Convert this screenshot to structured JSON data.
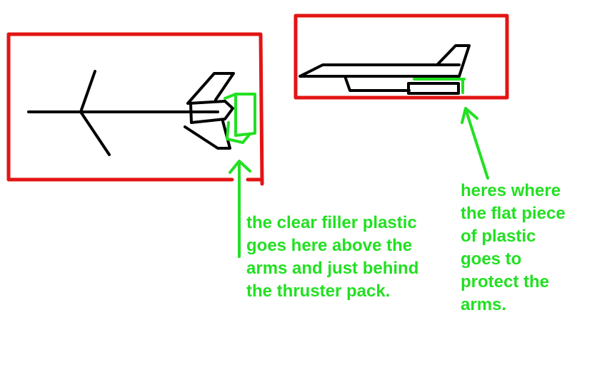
{
  "notes": {
    "filler": {
      "lines": [
        "the clear filler plastic",
        "goes here above the",
        "arms and just behind",
        "the thruster pack."
      ]
    },
    "flat_piece": {
      "lines": [
        "heres where",
        "the flat piece",
        "of plastic",
        "goes to",
        "protect the",
        "arms."
      ]
    }
  },
  "colors": {
    "box": "#e31414",
    "annotation": "#22e022",
    "sketch": "#000000"
  }
}
